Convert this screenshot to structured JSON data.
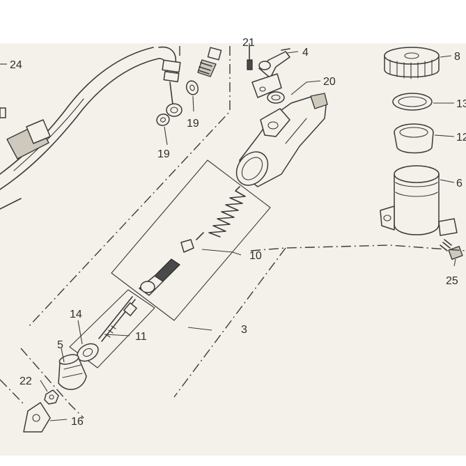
{
  "diagram": {
    "callouts": {
      "c24": "24",
      "c4": "4",
      "c21": "21",
      "c8": "8",
      "c20": "20",
      "c19a": "19",
      "c19b": "19",
      "c13": "13",
      "c12": "12",
      "c6": "6",
      "c10": "10",
      "c25": "25",
      "c14": "14",
      "c11": "11",
      "c3": "3",
      "c5": "5",
      "c22": "22",
      "c16": "16"
    }
  }
}
